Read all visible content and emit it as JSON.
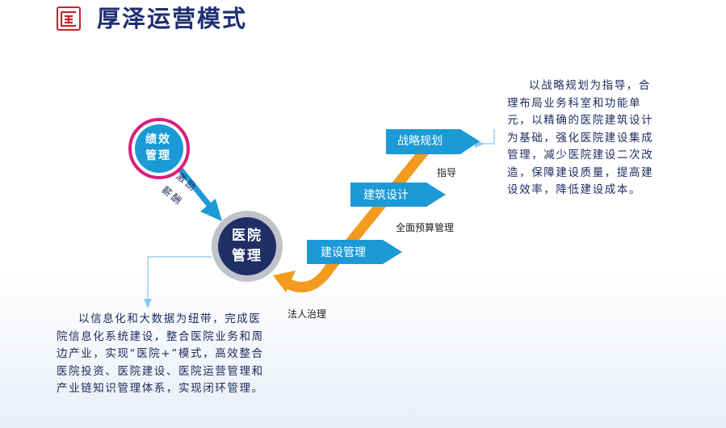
{
  "header": {
    "title": "厚泽运营模式"
  },
  "nodes": {
    "performance_line1": "绩效",
    "performance_line2": "管理",
    "hospital_line1": "医院",
    "hospital_line2": "管理"
  },
  "links": {
    "incentive_word1": "激励",
    "incentive_word2": "薪酬"
  },
  "stairs": [
    {
      "label": "战略规划",
      "note": "指导"
    },
    {
      "label": "建筑设计",
      "note": "全面预算管理"
    },
    {
      "label": "建设管理",
      "note": "法人治理"
    }
  ],
  "text_right": "以战略规划为指导，合理布局业务科室和功能单元，以精确的医院建筑设计为基础，强化医院建设集成管理，减少医院建设二次改造，保障建设质量，提高建设效率，降低建设成本。",
  "text_left": "以信息化和大数据为纽带，完成医院信息化系统建设，整合医院业务和周边产业，实现“医院+”模式，高效整合医院投资、医院建设、医院运营管理和产业链知识管理体系，实现闭环管理。",
  "colors": {
    "title": "#1d2f73",
    "blue": "#1b9ad6",
    "orange": "#f39a1f",
    "magenta": "#d61f7c",
    "navy": "#1f2f66",
    "light_blue": "#8cc8ee"
  }
}
